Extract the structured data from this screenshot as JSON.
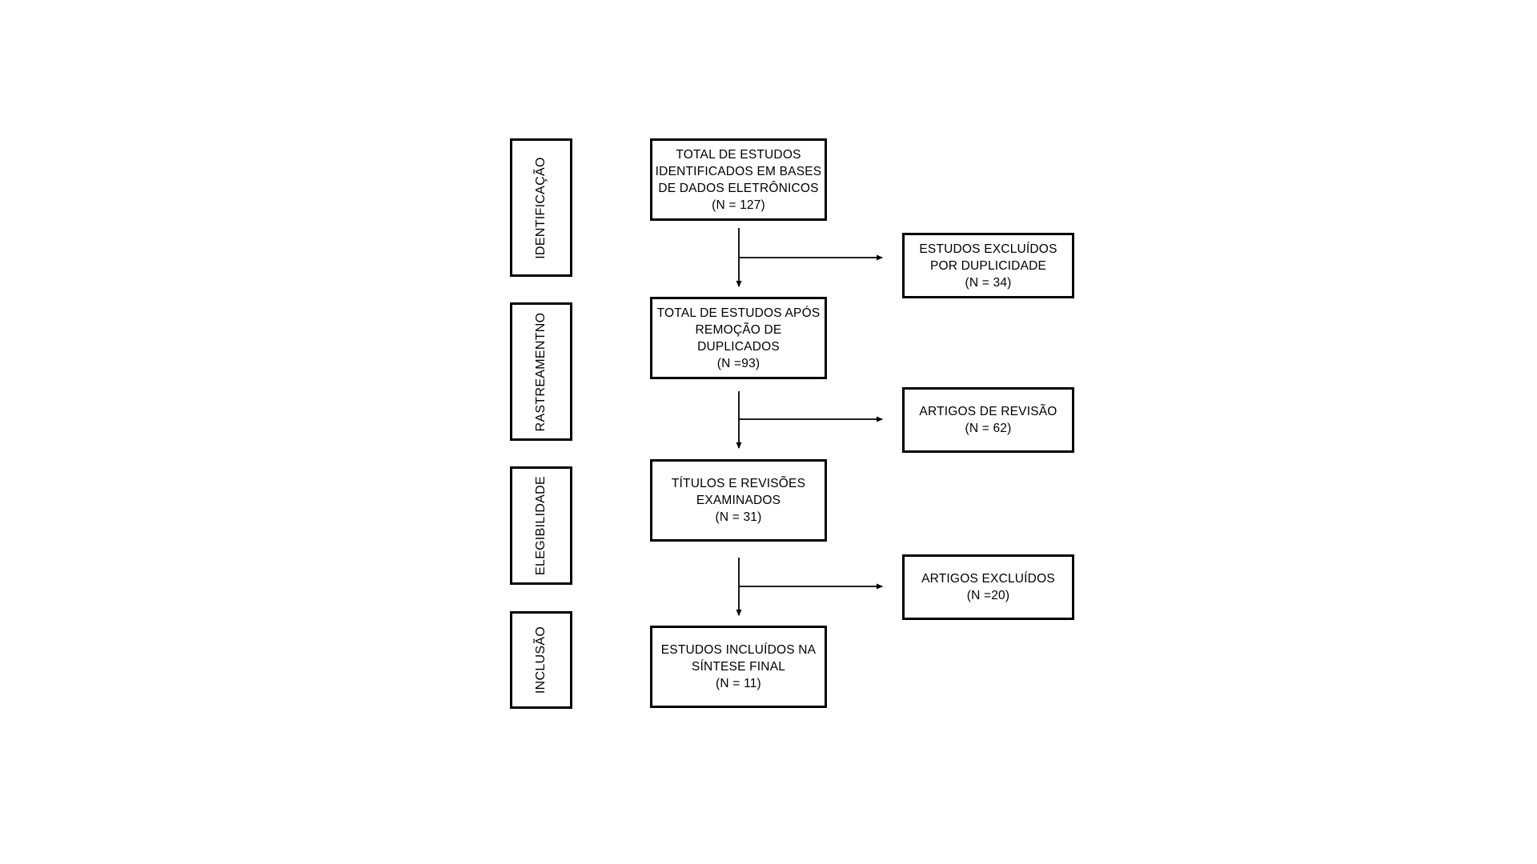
{
  "stages": [
    {
      "id": "identificacao",
      "label": "IDENTIFICAÇÃO"
    },
    {
      "id": "rastreamento",
      "label": "RASTREAMENTNO"
    },
    {
      "id": "elegibilidade",
      "label": "ELEGIBILIDADE"
    },
    {
      "id": "inclusao",
      "label": "INCLUSÃO"
    }
  ],
  "main_boxes": [
    {
      "id": "total-identificados",
      "lines": [
        "TOTAL DE ESTUDOS",
        "IDENTIFICADOS EM BASES",
        "DE DADOS ELETRÔNICOS",
        "(N = 127)"
      ]
    },
    {
      "id": "apos-remocao",
      "lines": [
        "TOTAL DE ESTUDOS APÓS",
        "REMOÇÃO DE",
        "DUPLICADOS",
        "(N =93)"
      ]
    },
    {
      "id": "titulos-examinados",
      "lines": [
        "TÍTULOS E REVISÕES",
        "EXAMINADOS",
        "(N = 31)"
      ]
    },
    {
      "id": "estudos-incluidos",
      "lines": [
        "ESTUDOS INCLUÍDOS NA",
        "SÍNTESE FINAL",
        "(N = 11)"
      ]
    }
  ],
  "excluded_boxes": [
    {
      "id": "excluidos-duplicidade",
      "lines": [
        "ESTUDOS EXCLUÍDOS",
        "POR DUPLICIDADE",
        "(N = 34)"
      ]
    },
    {
      "id": "artigos-revisao",
      "lines": [
        "ARTIGOS DE REVISÃO",
        "(N = 62)"
      ]
    },
    {
      "id": "artigos-excluidos",
      "lines": [
        "ARTIGOS EXCLUÍDOS",
        "(N =20)"
      ]
    }
  ],
  "colors": {
    "stroke": "#000000",
    "background": "#ffffff"
  }
}
